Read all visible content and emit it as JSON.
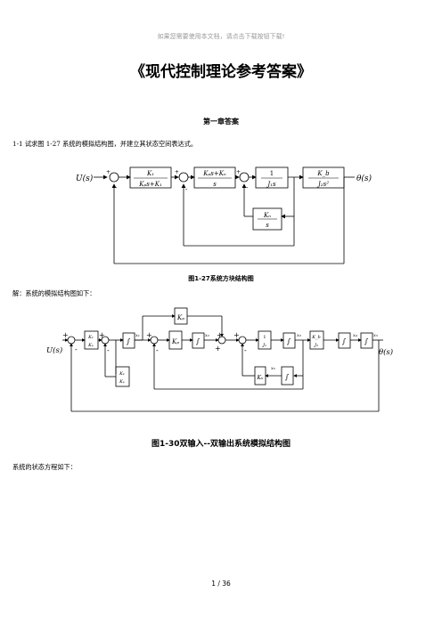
{
  "header_note": "如果您需要使用本文档，请点击下载按钮下载!",
  "title": "《现代控制理论参考答案》",
  "chapter_heading": "第一章答案",
  "problem_text": "1-1 试求图 1-27 系统的模拟结构图，并建立其状态空间表达式。",
  "figure1": {
    "caption": "图1-27系统方块结构图",
    "input_label": "U(s)",
    "output_label": "θ(s)",
    "block1": {
      "num": "K₁",
      "den": "Kₚs+K₁"
    },
    "block2": {
      "num": "Kₚs+Kₙ",
      "den": "s"
    },
    "block3": {
      "num": "1",
      "den": "J₁s"
    },
    "block4": {
      "num": "K_b",
      "den": "J₂s²"
    },
    "feedback_block": {
      "num": "Kₙ",
      "den": "s"
    },
    "signs": {
      "plus": "+",
      "minus": "-"
    }
  },
  "solution_text": "解：系统的模拟结构图如下：",
  "figure2": {
    "caption": "图1-30双输入--双输出系统模拟结构图",
    "input_label": "U(s)",
    "output_label": "θ(s)",
    "integrator_symbol": "∫",
    "gains": {
      "top_kp": "Kₚ",
      "k1_over_kp": {
        "num": "K₁",
        "den": "Kₚ"
      },
      "k1_over_kp_fb": {
        "num": "K₁",
        "den": "Kₚ"
      },
      "kp_forward": "Kₚ",
      "inv_j1": {
        "num": "1",
        "den": "J₁"
      },
      "kb_over_j2": {
        "num": "K_b",
        "den": "J₂"
      },
      "kn_fb": "Kₙ"
    },
    "state_labels": [
      "x₁",
      "x₂",
      "x₃",
      "x₄",
      "x₅",
      "x₆"
    ],
    "signs": {
      "plus": "+",
      "minus": "-"
    }
  },
  "state_eq_text": "系统的状态方程如下：",
  "page_number": "1 / 36"
}
